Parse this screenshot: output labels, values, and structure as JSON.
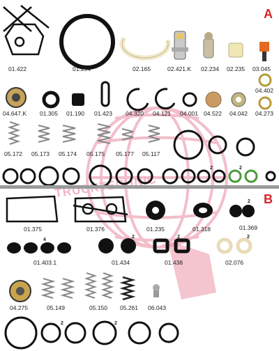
{
  "sections": {
    "a": "A",
    "b": "B"
  },
  "watermark": "TRUCKTECHNIC",
  "colors": {
    "section_letter": "#d8232a",
    "watermark": "#e9899f",
    "divider": "#9a9a9a",
    "rubber": "#111111",
    "white_ring": "#f4efe0"
  },
  "parts_a": {
    "p01422": "01.422",
    "p01294": "01.294",
    "p02165": "02.165",
    "p02421k": "02.421.K",
    "p02234": "02.234",
    "p02235": "02.235",
    "p03045": "03.045",
    "p04402": "04.402",
    "p04647k": "04.647.K",
    "p01305": "01.305",
    "p01190": "01.190",
    "p01423": "01.423",
    "p04320": "04.320",
    "p04121": "04.121",
    "p04001": "04.001",
    "p04522": "04.522",
    "p04042": "04.042",
    "p04273": "04.273",
    "p05172": "05.172",
    "p05173": "05.173",
    "p05174": "05.174",
    "p05175": "05.175",
    "p05177": "05.177",
    "p05117": "05.117"
  },
  "parts_b": {
    "p01375": "01.375",
    "p01376": "01.376",
    "p01235": "01.235",
    "p01318": "01.318",
    "p01369": "01.369",
    "p014031": "01.403.1",
    "p01434": "01.434",
    "p01438": "01.438",
    "p02076": "02.076",
    "p04275": "04.275",
    "p05149": "05.149",
    "p05150": "05.150",
    "p05261": "05.261",
    "p06043": "06.043"
  },
  "qty": {
    "two": "2",
    "four": "4"
  }
}
